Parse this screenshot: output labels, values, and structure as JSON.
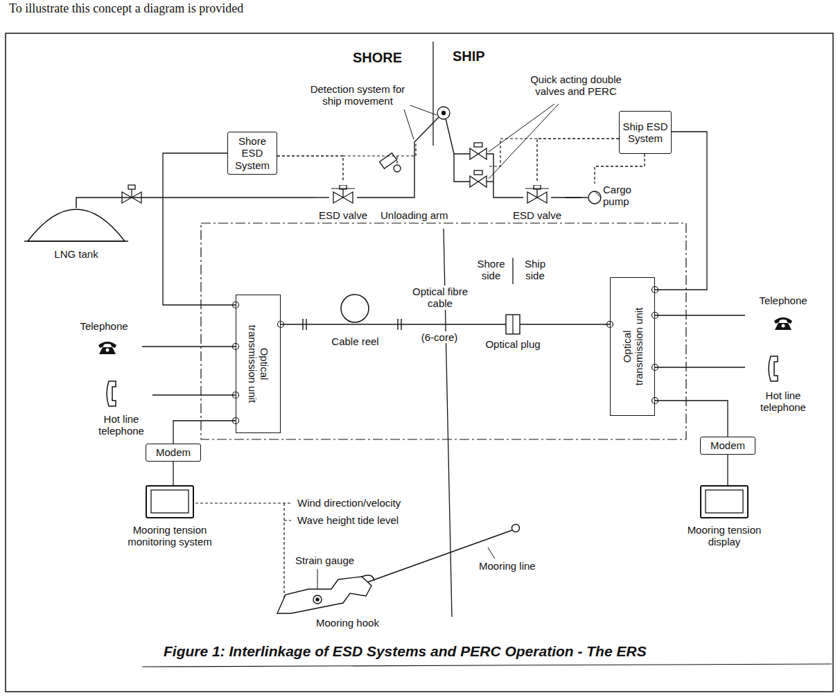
{
  "diagram": {
    "caption": "Figure 1: Interlinkage of ESD Systems and PERC Operation - The ERS",
    "nodes": [
      {
        "text": [
          "Shore ESD System"
        ]
      },
      {
        "text": [
          "Ship ESD System"
        ]
      },
      {
        "text": [
          "LNG tank"
        ]
      },
      {
        "text": [
          "ESD valve"
        ]
      },
      {
        "text": [
          "ESD valve"
        ]
      },
      {
        "text": [
          "Cargo pump"
        ]
      },
      {
        "text": [
          "Telephone"
        ]
      },
      {
        "text": [
          "Optical transmission unit"
        ]
      },
      {
        "text": [
          "Cable reel"
        ]
      },
      {
        "text": [
          "Optical plug"
        ]
      },
      {
        "text": [
          "Optical transmission unit"
        ]
      },
      {
        "text": [
          "Telephone"
        ]
      },
      {
        "text": [
          "Hot line telephone"
        ]
      },
      {
        "text": [
          "Hot line telephone"
        ]
      },
      {
        "text": [
          "Modem"
        ]
      },
      {
        "text": [
          "Modem"
        ]
      },
      {
        "text": [
          "Mooring tension monitoring system"
        ]
      },
      {
        "text": [
          "Mooring tension display"
        ]
      }
    ],
    "edges": [
      {
        "from": 0,
        "to": 7,
        "arrow": "none"
      },
      {
        "from": 1,
        "to": 10,
        "arrow": "none"
      },
      {
        "from": 2,
        "to": 3,
        "arrow": "none"
      },
      {
        "from": 0,
        "to": 3,
        "arrow": "none"
      },
      {
        "from": 1,
        "to": 4,
        "arrow": "none"
      },
      {
        "from": 1,
        "to": 5,
        "arrow": "none"
      },
      {
        "from": 4,
        "to": 5,
        "arrow": "none"
      },
      {
        "from": 7,
        "to": 6,
        "arrow": "none"
      },
      {
        "from": 7,
        "to": 12,
        "arrow": "none"
      },
      {
        "from": 7,
        "to": 14,
        "arrow": "none"
      },
      {
        "from": 7,
        "to": 8,
        "arrow": "none"
      },
      {
        "from": 8,
        "to": 9,
        "arrow": "none"
      },
      {
        "from": 9,
        "to": 10,
        "arrow": "none"
      },
      {
        "from": 10,
        "to": 11,
        "arrow": "none"
      },
      {
        "from": 10,
        "to": 13,
        "arrow": "none"
      },
      {
        "from": 10,
        "to": 15,
        "arrow": "none"
      },
      {
        "from": 14,
        "to": 16,
        "arrow": "none"
      },
      {
        "from": 15,
        "to": 17,
        "arrow": "none"
      }
    ],
    "labels": [
      "To illustrate this concept a diagram is provided",
      "SHORE",
      "SHIP",
      "Detection system for ship movement",
      "Quick acting double valves and PERC",
      "Unloading arm",
      "Shore side",
      "Ship side",
      "Optical fibre cable",
      "(6-core)",
      "Wind direction/velocity",
      "Wave height tide level",
      "Strain gauge",
      "Mooring line",
      "Mooring hook"
    ]
  }
}
